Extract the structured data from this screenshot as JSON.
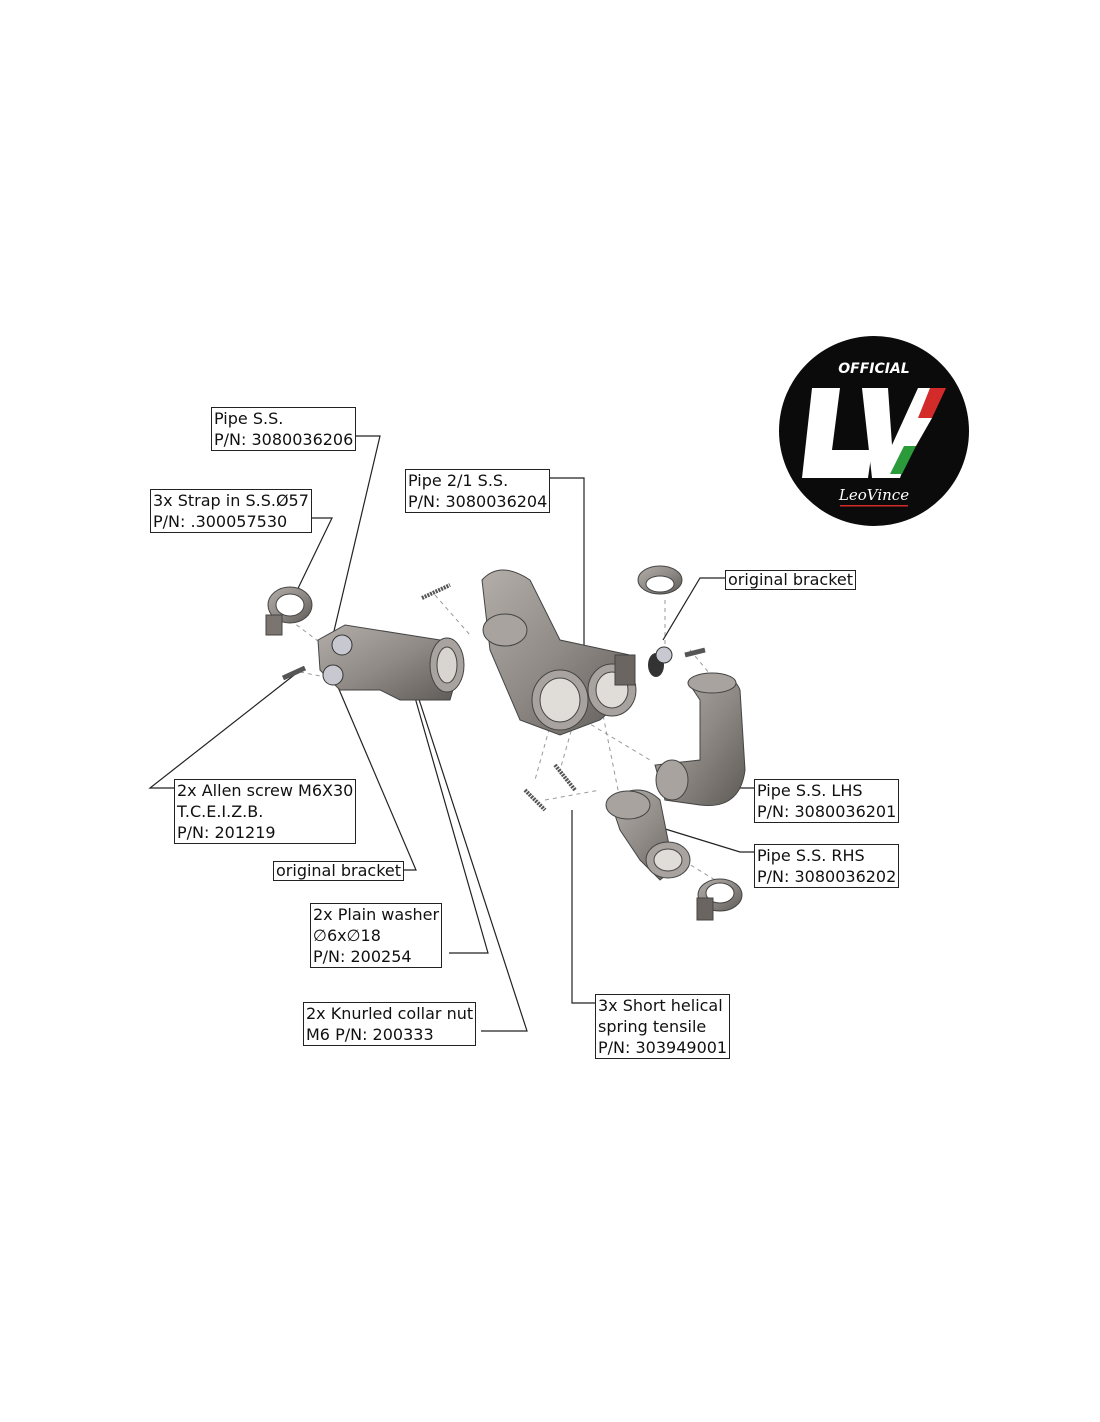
{
  "labels": {
    "pipe_ss": {
      "line1": "Pipe S.S.",
      "line2": "P/N: 3080036206"
    },
    "strap": {
      "line1": "3x Strap in S.S.Ø57",
      "line2": "P/N: .300057530"
    },
    "pipe_21": {
      "line1": "Pipe 2/1 S.S.",
      "line2": "P/N: 3080036204"
    },
    "bracket_right": {
      "line1": "original bracket"
    },
    "allen_screw": {
      "line1": "2x Allen screw M6X30",
      "line2": "T.C.E.I.Z.B.",
      "line3": "P/N: 201219"
    },
    "bracket_left": {
      "line1": "original bracket"
    },
    "plain_washer": {
      "line1": "2x Plain washer",
      "line2": "∅6x∅18",
      "line3": "P/N: 200254"
    },
    "knurled_nut": {
      "line1": "2x Knurled collar nut",
      "line2": "M6 P/N: 200333"
    },
    "helical_spring": {
      "line1": "3x Short helical",
      "line2": "spring tensile",
      "line3": "P/N: 303949001"
    },
    "pipe_lhs": {
      "line1": "Pipe S.S. LHS",
      "line2": "P/N: 3080036201"
    },
    "pipe_rhs": {
      "line1": "Pipe S.S. RHS",
      "line2": "P/N: 3080036202"
    }
  },
  "logo": {
    "top_text": "OFFICIAL",
    "mark": "LV",
    "brand": "LeoVince"
  },
  "colors": {
    "part": "#8f8a85",
    "part_dark": "#5e5a56",
    "logo_bg": "#0b0b0b",
    "red": "#d32a2a",
    "green": "#2a9a3a"
  }
}
